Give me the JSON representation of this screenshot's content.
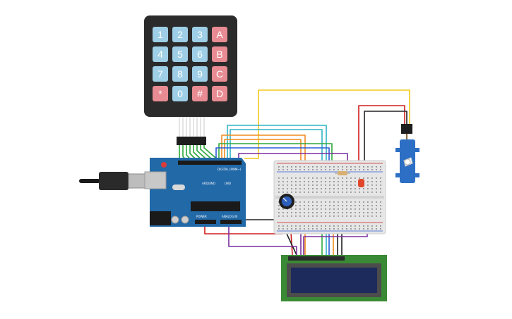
{
  "keypad": {
    "keys": [
      [
        "1",
        "2",
        "3",
        "A"
      ],
      [
        "4",
        "5",
        "6",
        "B"
      ],
      [
        "7",
        "8",
        "9",
        "C"
      ],
      [
        "*",
        "0",
        "#",
        "D"
      ]
    ]
  },
  "arduino": {
    "brand": "ARDUINO",
    "model": "UNO",
    "digital_label": "DIGITAL (PWM~)",
    "power_label": "POWER",
    "analog_label": "ANALOG IN"
  },
  "colors": {
    "keypad_body": "#2b2b2b",
    "key_numeric": "#9ecfe6",
    "key_special": "#e88b92",
    "arduino_blue": "#2269a8",
    "breadboard": "#e6e6e6",
    "lcd_green": "#3a8a35",
    "lcd_screen": "#1d2a5c",
    "servo_blue": "#2d6fc4",
    "wire_yellow": "#f2c81a",
    "wire_red": "#d01e1e",
    "wire_black": "#222222",
    "wire_orange": "#f08a1e",
    "wire_green": "#2ea83a",
    "wire_purple": "#7b2fa0",
    "wire_teal": "#2fb3c4",
    "wire_blue": "#2a5bd7"
  },
  "components": [
    "keypad-4x4",
    "arduino-uno",
    "breadboard",
    "potentiometer",
    "led",
    "resistor",
    "servo",
    "lcd-16x2",
    "usb-cable"
  ]
}
